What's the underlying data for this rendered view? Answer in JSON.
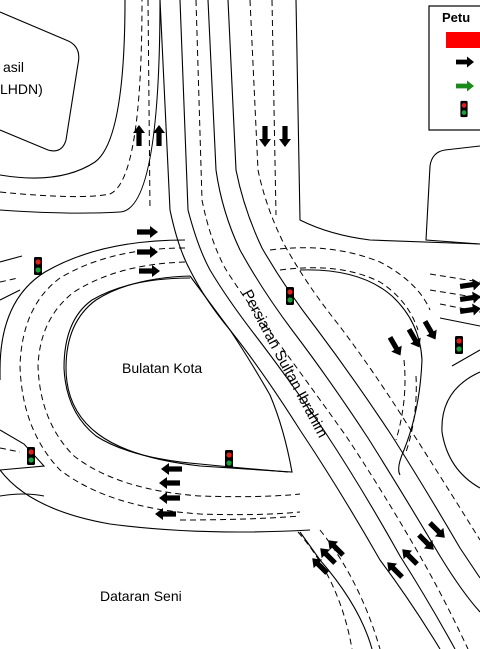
{
  "labels": {
    "building_left": "asil",
    "building_left_sub": "LHDN)",
    "roundabout": "Bulatan Kota",
    "road": "Persiaran Sultan Ibrahim",
    "plaza": "Dataran Seni"
  },
  "legend": {
    "title": "Petu",
    "items": [
      {
        "icon": "red-block-icon",
        "color": "#ff0000"
      },
      {
        "icon": "black-arrow-icon",
        "color": "#000000"
      },
      {
        "icon": "green-arrow-icon",
        "color": "#1a8a1a"
      },
      {
        "icon": "traffic-light-icon",
        "color": "#000000"
      }
    ]
  },
  "colors": {
    "arrow": "#000000",
    "light_red": "#e0201b",
    "light_green": "#19a13a",
    "light_body": "#000000"
  }
}
